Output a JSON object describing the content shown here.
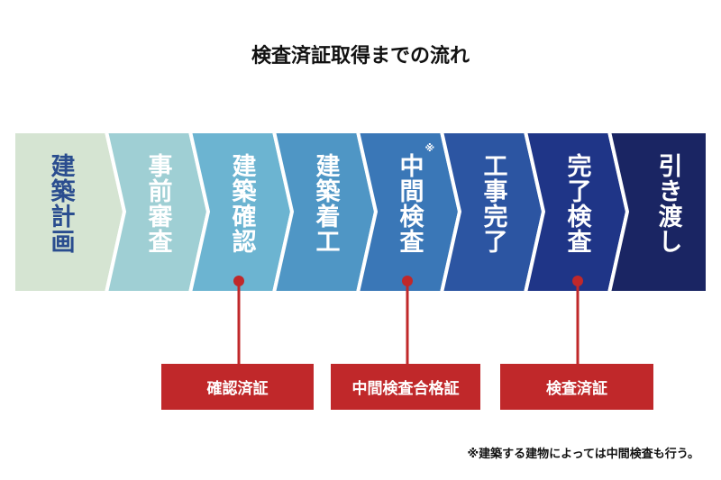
{
  "title": "検査済証取得までの流れ",
  "steps": [
    {
      "label": "建築計画",
      "color": "#d5e4d2",
      "text_color": "#2a4d8f"
    },
    {
      "label": "事前審査",
      "color": "#9fcfd4",
      "text_color": "#ffffff"
    },
    {
      "label": "建築確認",
      "color": "#6cb4d1",
      "text_color": "#ffffff"
    },
    {
      "label": "建築着工",
      "color": "#4f96c5",
      "text_color": "#ffffff"
    },
    {
      "label": "中間検査",
      "color": "#3a77b7",
      "text_color": "#ffffff",
      "mark": "※"
    },
    {
      "label": "工事完了",
      "color": "#2c55a2",
      "text_color": "#ffffff"
    },
    {
      "label": "完了検査",
      "color": "#1f3587",
      "text_color": "#ffffff"
    },
    {
      "label": "引き渡し",
      "color": "#1a2563",
      "text_color": "#ffffff"
    }
  ],
  "certificates": [
    {
      "label": "確認済証",
      "step": 2
    },
    {
      "label": "中間検査合格証",
      "step": 4
    },
    {
      "label": "検査済証",
      "step": 6
    }
  ],
  "accent_color": "#c0282a",
  "footnote": "※建築する建物によっては中間検査も行う。"
}
